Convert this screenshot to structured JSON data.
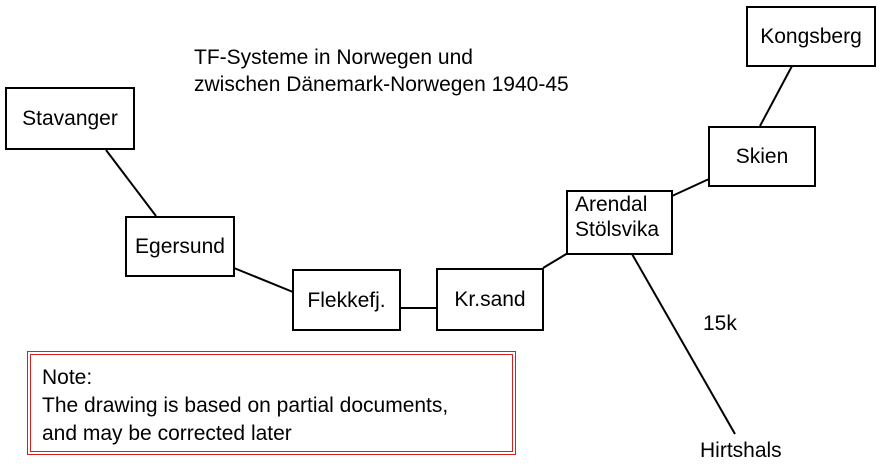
{
  "title": {
    "line1": "TF-Systeme in Norwegen und",
    "line2": "zwischen Dänemark-Norwegen 1940-45"
  },
  "nodes": {
    "stavanger": "Stavanger",
    "egersund": "Egersund",
    "flekkefj": "Flekkefj.",
    "krsand": "Kr.sand",
    "arendal": {
      "line1": "Arendal",
      "line2": "Stölsvika"
    },
    "skien": "Skien",
    "kongsberg": "Kongsberg",
    "hirtshals": "Hirtshals"
  },
  "links": {
    "hirtshals_cable_label": "15k"
  },
  "note": {
    "line1": "Note:",
    "line2": "The drawing is based on partial documents,",
    "line3": "and may be corrected later"
  },
  "colors": {
    "note_border": "#d42020",
    "lines": "#000000"
  }
}
